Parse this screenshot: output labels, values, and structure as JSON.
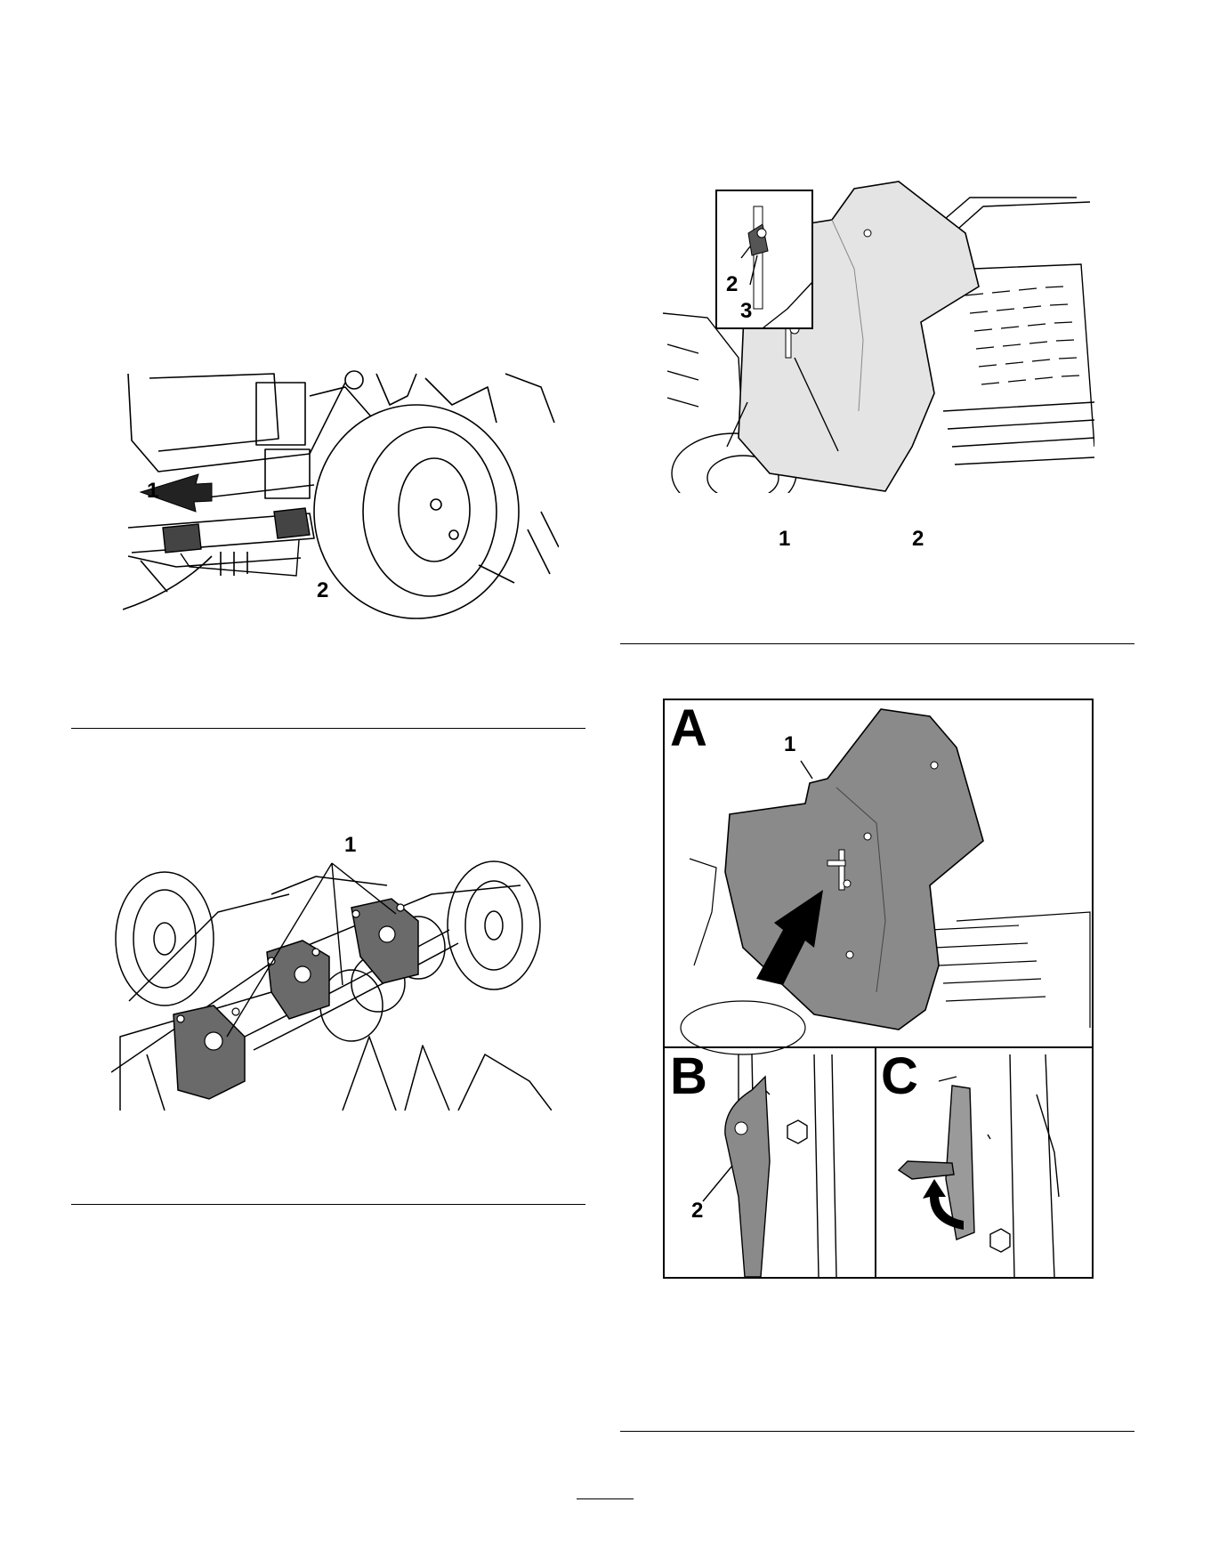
{
  "figures": {
    "fig_left_top": {
      "callouts": [
        "1",
        "2"
      ]
    },
    "fig_left_mid": {
      "callouts": [
        "1"
      ]
    },
    "fig_right_top": {
      "callouts": [
        "2",
        "3",
        "1",
        "2"
      ]
    },
    "fig_right_bottom": {
      "panels": [
        "A",
        "B",
        "C"
      ],
      "callouts": [
        "1",
        "2"
      ]
    }
  },
  "page_number": ""
}
